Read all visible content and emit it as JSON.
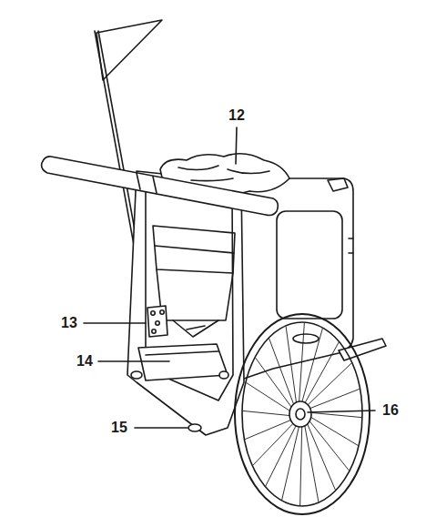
{
  "diagram": {
    "labels": [
      "12",
      "13",
      "14",
      "15",
      "16"
    ]
  }
}
